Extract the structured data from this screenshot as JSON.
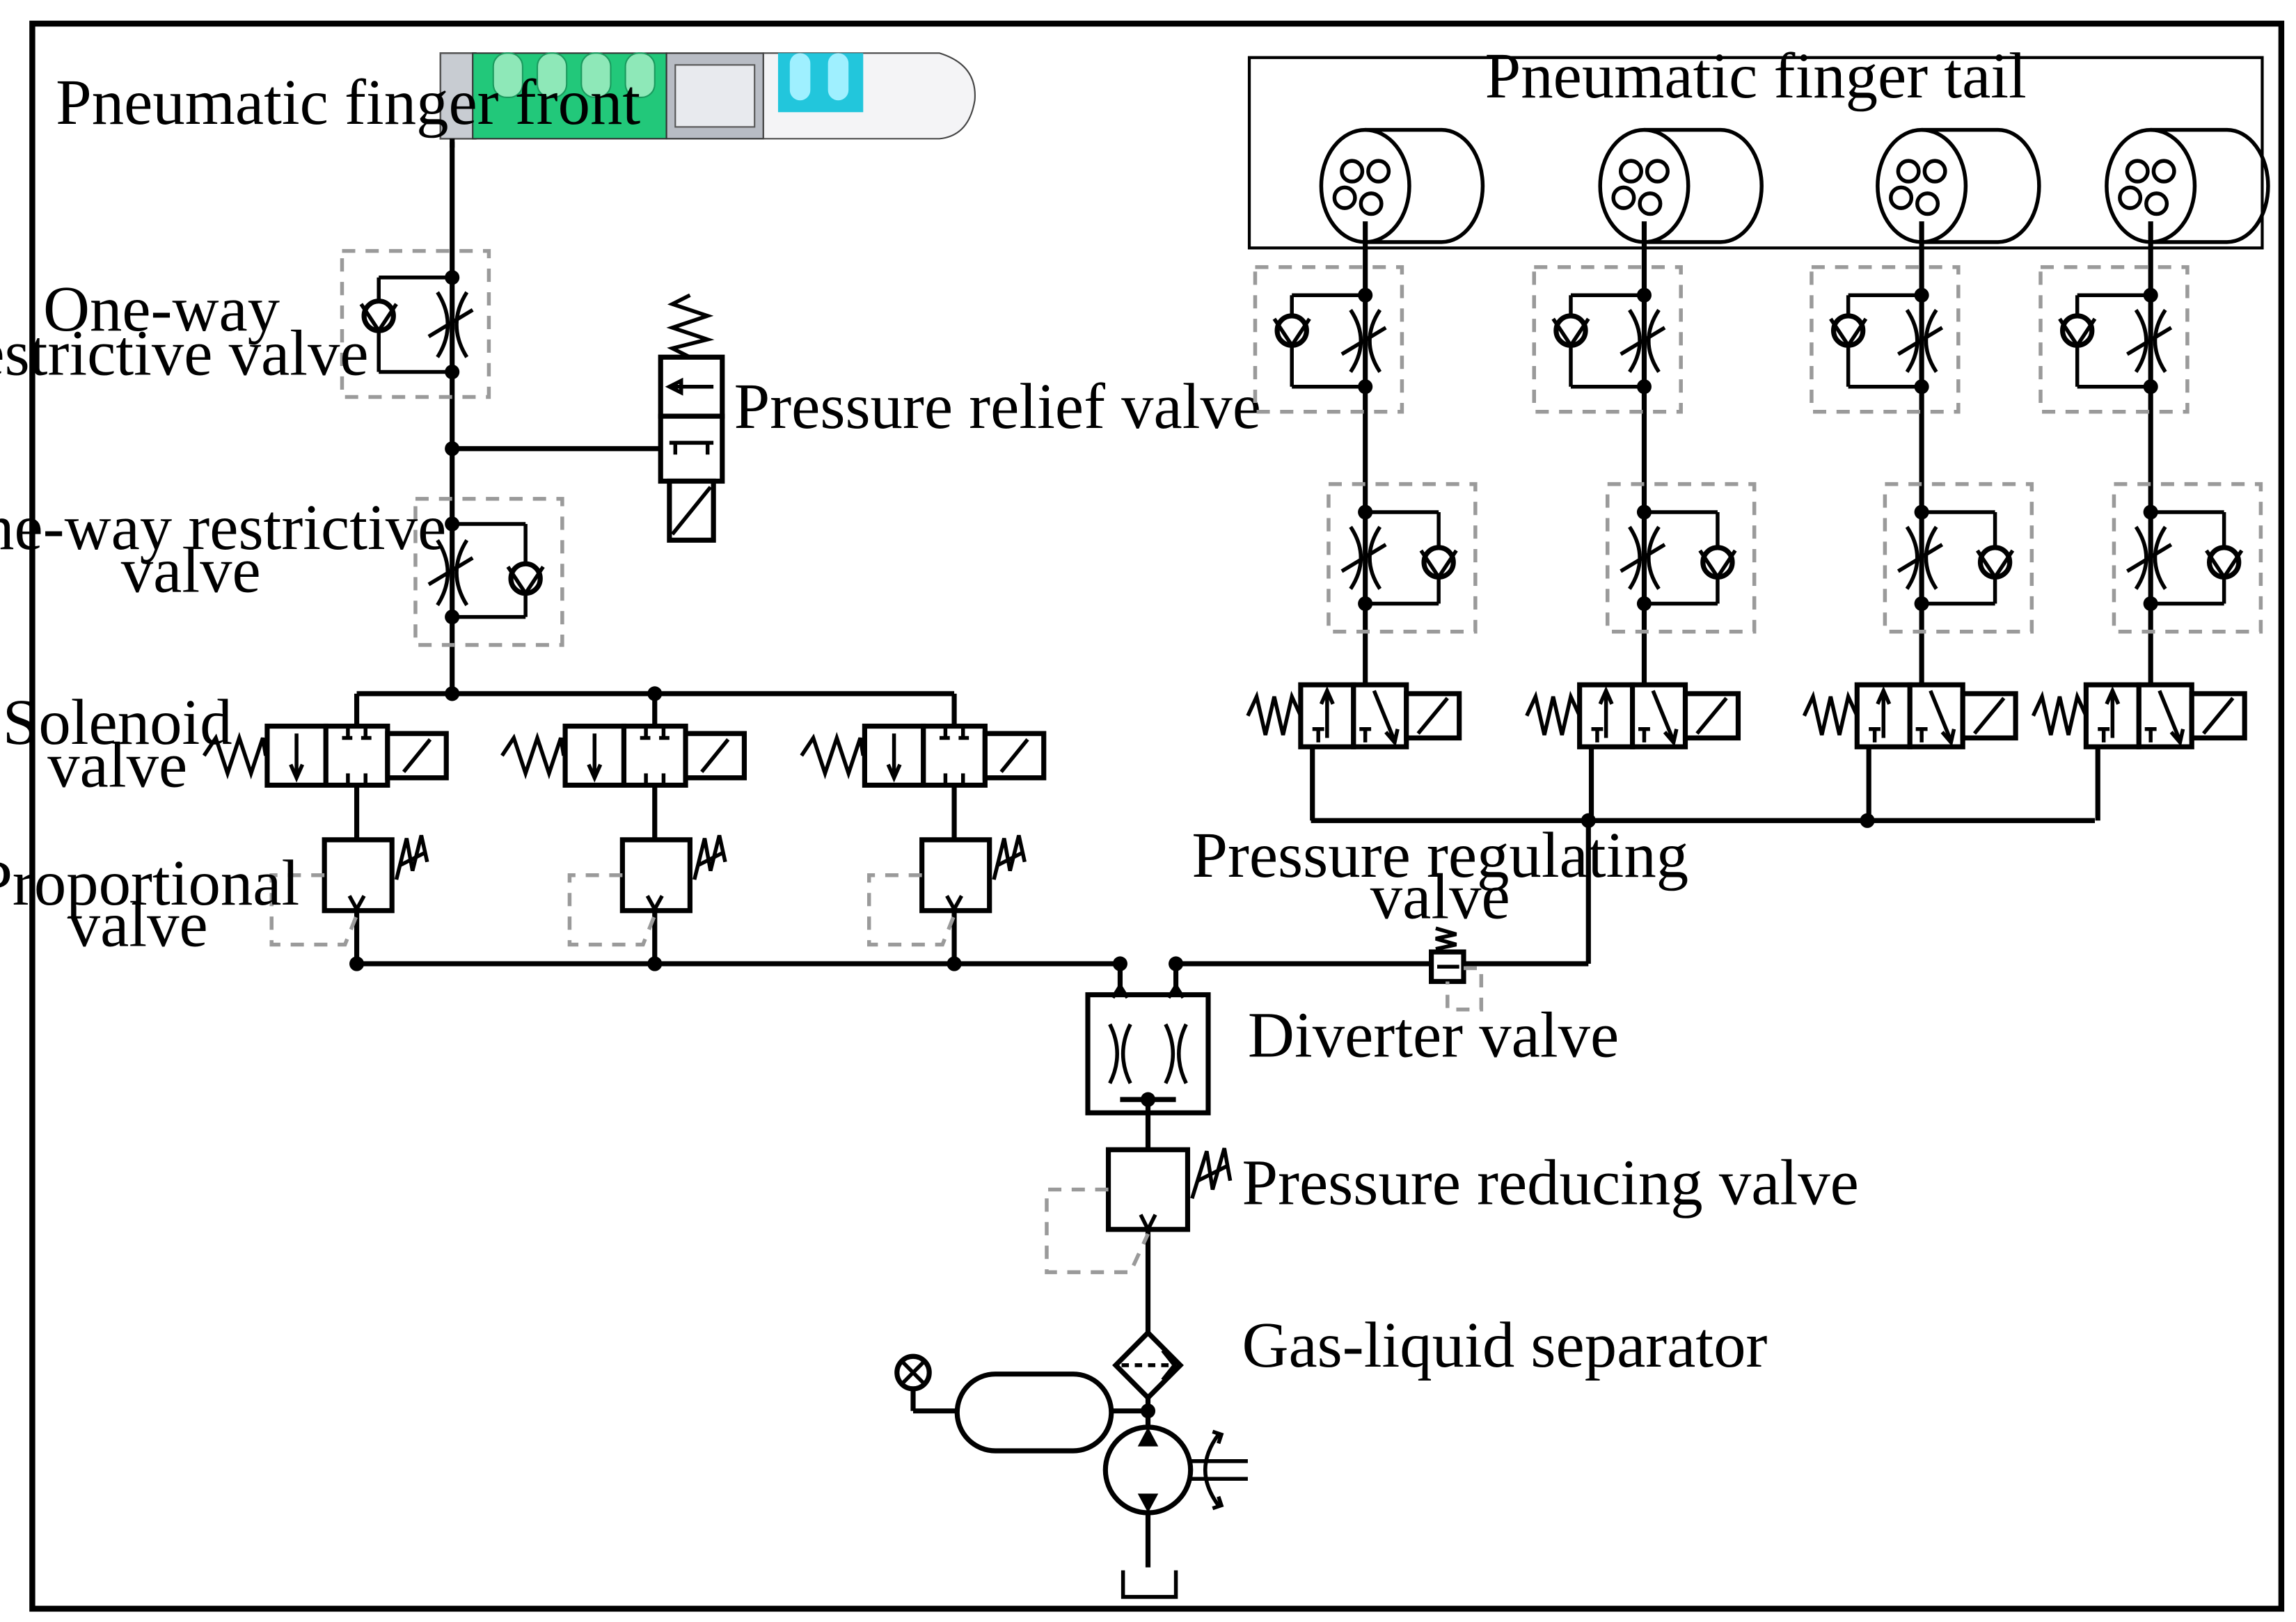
{
  "labels": {
    "finger_front": "Pneumatic finger front",
    "finger_tail": "Pneumatic finger tail",
    "one_way_1": [
      "One-way",
      "restrictive valve"
    ],
    "one_way_2": [
      "One-way restrictive",
      "valve"
    ],
    "pressure_relief": "Pressure relief valve",
    "solenoid": [
      "Solenoid",
      "valve"
    ],
    "proportional": [
      "Proportional",
      "valve"
    ],
    "pressure_regulating": [
      "Pressure regulating",
      "valve"
    ],
    "diverter": "Diverter valve",
    "pressure_reducing": "Pressure reducing valve",
    "gas_liquid": "Gas-liquid separator"
  },
  "colors": {
    "finger_green": "#22c87a",
    "finger_cyan": "#22c6dc",
    "finger_grey": "#b8bcc4",
    "line": "#000000",
    "dashed_pilot": "#9a9a9a"
  }
}
